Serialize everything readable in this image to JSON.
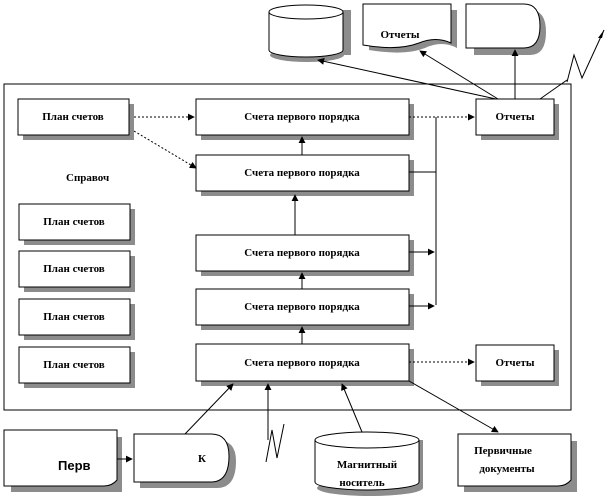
{
  "labels": {
    "plan_top": "План счетов",
    "main_1": "Счета первого порядка",
    "main_2": "Счета первого порядка",
    "main_3": "Счета первого порядка",
    "main_4": "Счета первого порядка",
    "main_5": "Счета первого порядка",
    "reports_right_top": "Отчеты",
    "reports_right_bottom": "Отчеты",
    "reference_heading": "Справоч",
    "ref_1": "План счетов",
    "ref_2": "План счетов",
    "ref_3": "План счетов",
    "ref_4": "План счетов",
    "reports_doc_top": "Отчеты",
    "input_doc": "Перв",
    "display_glyph": "К",
    "magnetic_line1": "Магнитный",
    "magnetic_line2": "носитель",
    "primary_line1": "Первичные",
    "primary_line2": "документы"
  },
  "colors": {
    "stroke": "#000000",
    "shadow": "#8c8c8c",
    "fill": "#ffffff"
  }
}
